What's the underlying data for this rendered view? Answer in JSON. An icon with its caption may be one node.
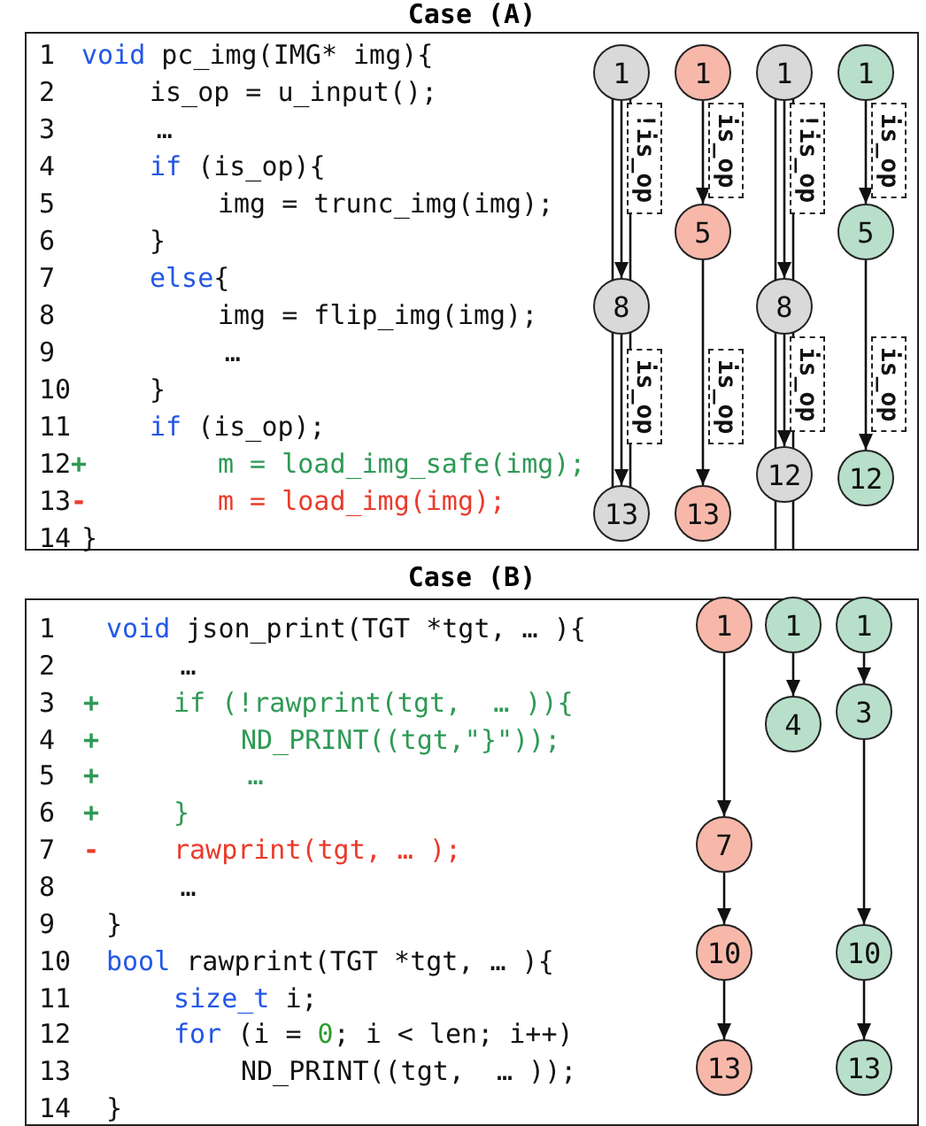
{
  "diagram": {
    "nodes": [
      {
        "text": [
          "Case (A)"
        ]
      },
      {
        "text": [
          "1"
        ],
        "in": 0
      },
      {
        "text": [
          "8"
        ],
        "in": 0
      },
      {
        "text": [
          "13"
        ],
        "in": 0
      },
      {
        "text": [
          "1"
        ],
        "in": 0
      },
      {
        "text": [
          "5"
        ],
        "in": 0
      },
      {
        "text": [
          "13"
        ],
        "in": 0
      },
      {
        "text": [
          "1"
        ],
        "in": 0
      },
      {
        "text": [
          "8"
        ],
        "in": 0
      },
      {
        "text": [
          "12"
        ],
        "in": 0
      },
      {
        "text": [
          "1"
        ],
        "in": 0
      },
      {
        "text": [
          "5"
        ],
        "in": 0
      },
      {
        "text": [
          "12"
        ],
        "in": 0
      },
      {
        "text": [
          "Case (B)"
        ]
      },
      {
        "text": [
          "1"
        ],
        "in": 13
      },
      {
        "text": [
          "7"
        ],
        "in": 13
      },
      {
        "text": [
          "10"
        ],
        "in": 13
      },
      {
        "text": [
          "13"
        ],
        "in": 13
      },
      {
        "text": [
          "1"
        ],
        "in": 13
      },
      {
        "text": [
          "4"
        ],
        "in": 13
      },
      {
        "text": [
          "1"
        ],
        "in": 13
      },
      {
        "text": [
          "3"
        ],
        "in": 13
      },
      {
        "text": [
          "10"
        ],
        "in": 13
      },
      {
        "text": [
          "13"
        ],
        "in": 13
      }
    ],
    "edges": [
      {
        "from": 1,
        "to": 2,
        "arrow": "to",
        "label": "!is_op"
      },
      {
        "from": 2,
        "to": 3,
        "arrow": "to",
        "label": "is_op"
      },
      {
        "from": 4,
        "to": 5,
        "arrow": "to",
        "label": "is_op"
      },
      {
        "from": 5,
        "to": 6,
        "arrow": "to",
        "label": "is_op"
      },
      {
        "from": 7,
        "to": 8,
        "arrow": "to",
        "label": "!is_op"
      },
      {
        "from": 8,
        "to": 9,
        "arrow": "to",
        "label": "is_op"
      },
      {
        "from": 10,
        "to": 11,
        "arrow": "to",
        "label": "is_op"
      },
      {
        "from": 11,
        "to": 12,
        "arrow": "to",
        "label": "is_op"
      },
      {
        "from": 14,
        "to": 15,
        "arrow": "to"
      },
      {
        "from": 15,
        "to": 16,
        "arrow": "to"
      },
      {
        "from": 16,
        "to": 17,
        "arrow": "to"
      },
      {
        "from": 18,
        "to": 19,
        "arrow": "to"
      },
      {
        "from": 20,
        "to": 21,
        "arrow": "to"
      },
      {
        "from": 21,
        "to": 22,
        "arrow": "to"
      },
      {
        "from": 22,
        "to": 23,
        "arrow": "to"
      },
      {
        "from": 1,
        "to": 2,
        "arrow": "none"
      },
      {
        "from": 2,
        "to": 3,
        "arrow": "none"
      },
      {
        "from": 7,
        "to": 8,
        "arrow": "none"
      },
      {
        "from": 8,
        "to": 9,
        "arrow": "none"
      }
    ],
    "labels": [
      "1",
      "void",
      "pc_img(IMG* img){",
      "2",
      "is_op = u_input();",
      "3",
      "…",
      "4",
      "if",
      "(is_op){",
      "5",
      "img = trunc_img(img);",
      "6",
      "}",
      "7",
      "else",
      "{",
      "8",
      "img = flip_img(img);",
      "9",
      "…",
      "10",
      "}",
      "11",
      "if",
      "(is_op);",
      "12",
      "+",
      "m = load_img_safe(img);",
      "13",
      "-",
      "m = load_img(img);",
      "14",
      "}",
      "1",
      "void",
      "json_print(TGT *tgt, … ){",
      "2",
      "…",
      "3",
      "+",
      "if (!rawprint(tgt,  … )){",
      "4",
      "+",
      "ND_PRINT((tgt,\"}\"));",
      "5",
      "+",
      "…",
      "6",
      "+",
      "}",
      "7",
      "-",
      "rawprint(tgt, … );",
      "8",
      "…",
      "9",
      "}",
      "10",
      "bool",
      "rawprint(TGT *tgt, … ){",
      "11",
      "size_t",
      "i;",
      "12",
      "for",
      "(i =",
      "0",
      "; i < len; i++)",
      "13",
      "ND_PRINT((tgt,  … ));",
      "14",
      "}"
    ]
  }
}
